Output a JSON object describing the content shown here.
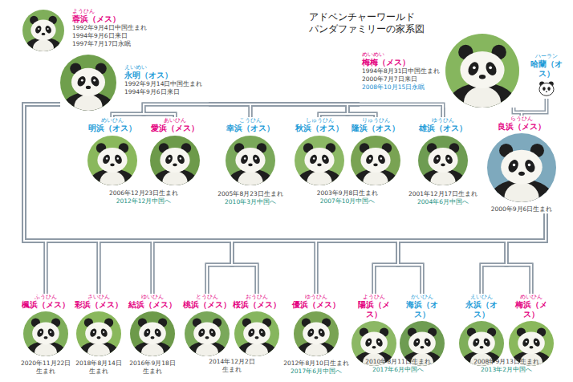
{
  "diagram": {
    "title": "アドベンチャーワールド パンダファミリーの家系図",
    "nodes": [
      {
        "text": [
          "ようひん",
          "蓉浜（メス）",
          "1992年9月4日中国生まれ 1994年9月6日来日 1997年7月17日永眠"
        ]
      },
      {
        "text": [
          "えいめい",
          "永明（オス）",
          "1992年9月14日中国生まれ 1994年9月6日来日"
        ]
      },
      {
        "text": [
          "めいめい",
          "梅梅（メス）",
          "1994年8月31日中国生まれ 2000年7月7日来日",
          "2008年10月15日永眠"
        ]
      },
      {
        "text": [
          "ハーラン",
          "哈蘭（オス）"
        ]
      },
      {
        "text": [
          "めいひん",
          "明浜（オス）"
        ]
      },
      {
        "text": [
          "あいひん",
          "愛浜（メス）"
        ]
      },
      {
        "text": [
          "こうひん",
          "幸浜（オス）",
          "2005年8月23日生まれ",
          "2010年3月中国へ"
        ]
      },
      {
        "text": [
          "しゅうひん",
          "秋浜（オス）"
        ]
      },
      {
        "text": [
          "りゅうひん",
          "隆浜（オス）"
        ]
      },
      {
        "text": [
          "ゆうひん",
          "雄浜（オス）",
          "2001年12月17日生まれ",
          "2004年6月中国へ"
        ]
      },
      {
        "text": [
          "らうひん",
          "良浜（メス）",
          "2000年9月6日生まれ"
        ]
      },
      {
        "text": [
          "ふうひん",
          "楓浜（メス）",
          "2020年11月22日 生まれ"
        ]
      },
      {
        "text": [
          "さいひん",
          "彩浜（メス）",
          "2018年8月14日 生まれ"
        ]
      },
      {
        "text": [
          "ゆいひん",
          "結浜（メス）",
          "2016年9月18日 生まれ"
        ]
      },
      {
        "text": [
          "とうひん",
          "桃浜（メス）"
        ]
      },
      {
        "text": [
          "おうひん",
          "桜浜（メス）"
        ]
      },
      {
        "text": [
          "ゆうひん",
          "優浜（メス）",
          "2012年8月10日生まれ",
          "2017年6月中国へ"
        ]
      },
      {
        "text": [
          "ようひん",
          "陽浜（メス）"
        ]
      },
      {
        "text": [
          "かいひん",
          "海浜（オス）"
        ]
      },
      {
        "text": [
          "えいひん",
          "永浜（オス）"
        ]
      },
      {
        "text": [
          "めいひん",
          "梅浜（メス）"
        ]
      }
    ],
    "edges": [
      {
        "from": 1,
        "to": 4,
        "arrow": "none"
      },
      {
        "from": 2,
        "to": 4,
        "arrow": "none"
      },
      {
        "from": 1,
        "to": 5,
        "arrow": "none"
      },
      {
        "from": 2,
        "to": 5,
        "arrow": "none"
      },
      {
        "from": 1,
        "to": 6,
        "arrow": "none"
      },
      {
        "from": 2,
        "to": 6,
        "arrow": "none"
      },
      {
        "from": 1,
        "to": 7,
        "arrow": "none"
      },
      {
        "from": 2,
        "to": 7,
        "arrow": "none"
      },
      {
        "from": 1,
        "to": 8,
        "arrow": "none"
      },
      {
        "from": 2,
        "to": 8,
        "arrow": "none"
      },
      {
        "from": 1,
        "to": 9,
        "arrow": "none"
      },
      {
        "from": 2,
        "to": 9,
        "arrow": "none"
      },
      {
        "from": 2,
        "to": 10,
        "arrow": "none"
      },
      {
        "from": 3,
        "to": 10,
        "arrow": "none"
      },
      {
        "from": 1,
        "to": 11,
        "arrow": "none"
      },
      {
        "from": 10,
        "to": 11,
        "arrow": "none"
      },
      {
        "from": 1,
        "to": 12,
        "arrow": "none"
      },
      {
        "from": 10,
        "to": 12,
        "arrow": "none"
      },
      {
        "from": 1,
        "to": 13,
        "arrow": "none"
      },
      {
        "from": 10,
        "to": 13,
        "arrow": "none"
      },
      {
        "from": 1,
        "to": 14,
        "arrow": "none"
      },
      {
        "from": 10,
        "to": 14,
        "arrow": "none"
      },
      {
        "from": 1,
        "to": 15,
        "arrow": "none"
      },
      {
        "from": 10,
        "to": 15,
        "arrow": "none"
      },
      {
        "from": 1,
        "to": 16,
        "arrow": "none"
      },
      {
        "from": 10,
        "to": 16,
        "arrow": "none"
      },
      {
        "from": 1,
        "to": 17,
        "arrow": "none"
      },
      {
        "from": 10,
        "to": 17,
        "arrow": "none"
      },
      {
        "from": 1,
        "to": 18,
        "arrow": "none"
      },
      {
        "from": 10,
        "to": 18,
        "arrow": "none"
      },
      {
        "from": 1,
        "to": 19,
        "arrow": "none"
      },
      {
        "from": 10,
        "to": 19,
        "arrow": "none"
      },
      {
        "from": 1,
        "to": 20,
        "arrow": "none"
      },
      {
        "from": 10,
        "to": 20,
        "arrow": "none"
      }
    ],
    "labels": [
      "2006年12月23日生まれ",
      "2012年12月中国へ",
      "2003年9月8日生まれ",
      "2007年10月中国へ",
      "2014年12月2日 生まれ",
      "2010年8月11日生まれ",
      "2017年6月中国へ",
      "2008年9月13日生まれ",
      "2013年2月中国へ"
    ]
  }
}
